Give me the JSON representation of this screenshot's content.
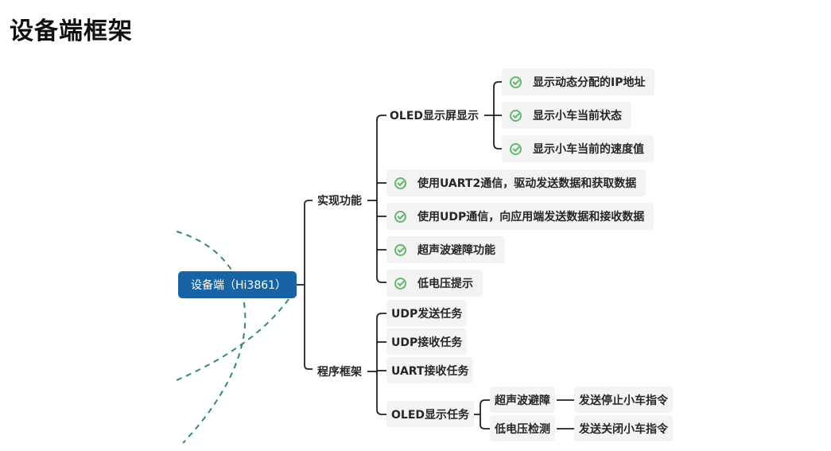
{
  "title": "设备端框架",
  "colors": {
    "root_bg": "#1763a6",
    "check": "#5fba6d",
    "node_bg": "#f3f3f3",
    "line": "#222222",
    "dashed": "#2f8a6e"
  },
  "root": "设备端（Hi3861）",
  "features": {
    "label": "实现功能",
    "oled": {
      "label": "OLED显示屏显示",
      "items": [
        "显示动态分配的IP地址",
        "显示小车当前状态",
        "显示小车当前的速度值"
      ]
    },
    "items": [
      "使用UART2通信，驱动发送数据和获取数据",
      "使用UDP通信，向应用端发送数据和接收数据",
      "超声波避障功能",
      "低电压提示"
    ]
  },
  "framework": {
    "label": "程序框架",
    "tasks": [
      "UDP发送任务",
      "UDP接收任务",
      "UART接收任务"
    ],
    "oled_task": {
      "label": "OLED显示任务",
      "children": [
        {
          "label": "超声波避障",
          "action": "发送停止小车指令"
        },
        {
          "label": "低电压检测",
          "action": "发送关闭小车指令"
        }
      ]
    }
  }
}
